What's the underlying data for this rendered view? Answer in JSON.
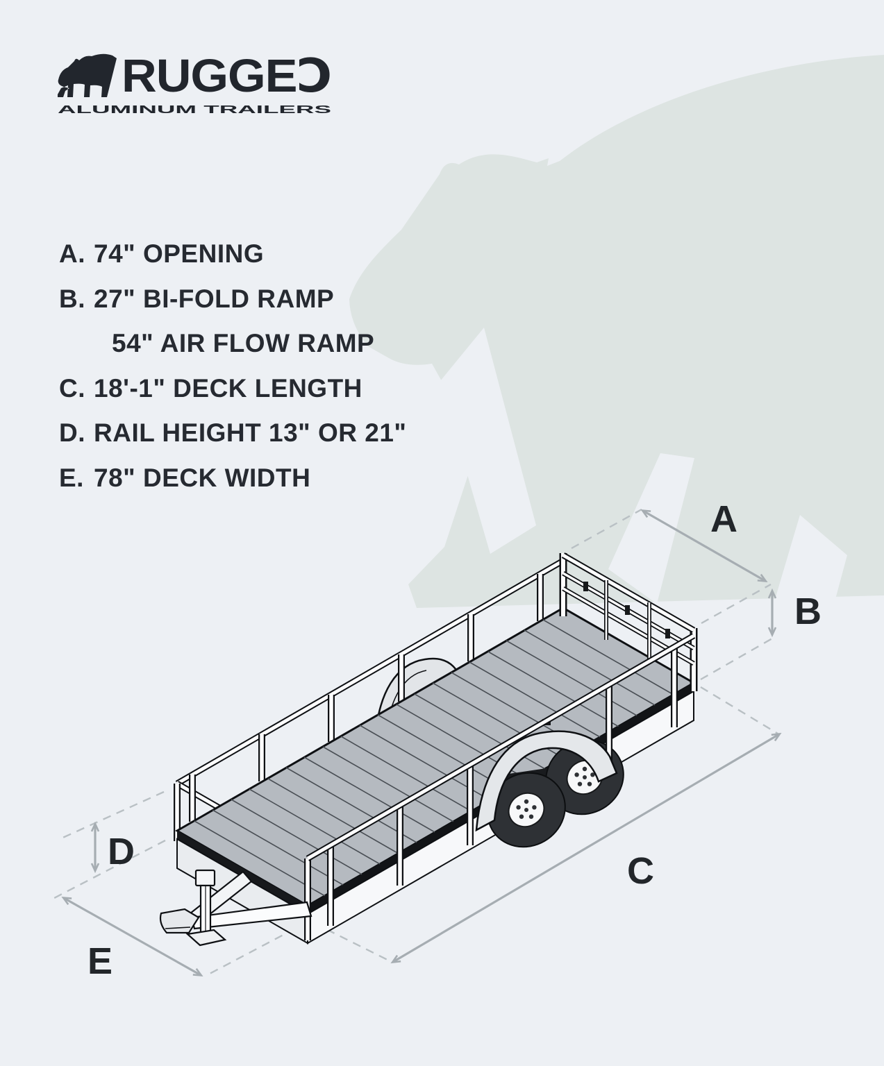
{
  "brand": {
    "name": "RUGGED",
    "name_display_main": "RUGGE",
    "name_display_last": "Ɔ",
    "tagline": "ALUMINUM TRAILERS"
  },
  "specs": {
    "items": [
      {
        "letter": "A.",
        "text": "74\" OPENING"
      },
      {
        "letter": "B.",
        "text": "27\" BI-FOLD RAMP"
      },
      {
        "letter": "",
        "text": "54\" AIR FLOW RAMP"
      },
      {
        "letter": "C.",
        "text": "18'-1\" DECK LENGTH"
      },
      {
        "letter": "D.",
        "text": "RAIL HEIGHT 13\" OR 21\""
      },
      {
        "letter": "E.",
        "text": "78\" DECK WIDTH"
      }
    ]
  },
  "diagram": {
    "labels": {
      "a": "A",
      "b": "B",
      "c": "C",
      "d": "D",
      "e": "E"
    }
  },
  "colors": {
    "background": "#edf0f4",
    "watermark": "#dde4e2",
    "ink": "#23272e",
    "deck": "#b5bac0",
    "arrow": "#a6adb2",
    "dashed": "#b9c0c4"
  }
}
